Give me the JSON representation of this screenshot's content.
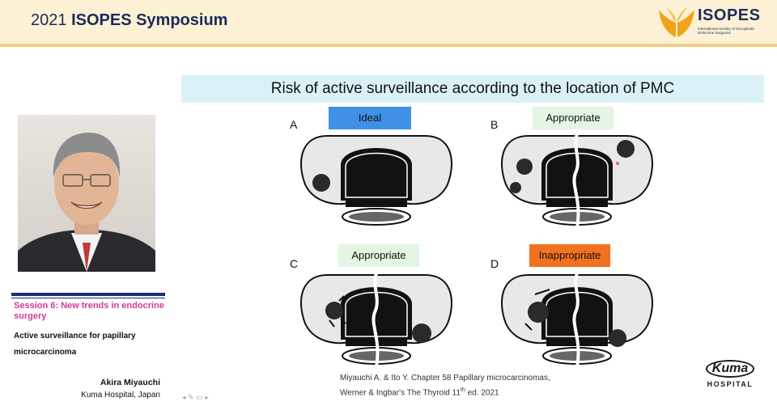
{
  "header": {
    "title_prefix": "2021 ",
    "title_bold": "ISOPES Symposium"
  },
  "logo": {
    "name": "ISOPES",
    "subtitle": "International Society of Oncoplastic Endocrine Surgeons"
  },
  "slide": {
    "title": "Risk of active surveillance according to the location of PMC",
    "panels": [
      {
        "letter": "A",
        "label": "Ideal"
      },
      {
        "letter": "B",
        "label": "Appropriate"
      },
      {
        "letter": "C",
        "label": "Appropriate"
      },
      {
        "letter": "D",
        "label": "Inappropriate"
      }
    ],
    "citation_line1": "Miyauchi A. & Ito Y.  Chapter 58 Papillary microcarcinomas,",
    "citation_line2_pre": "Werner & Ingbar's The Thyroid 11",
    "citation_sup": "th",
    "citation_line2_post": " ed. 2021"
  },
  "sidebar": {
    "session": "Session 6: New trends in endocrine surgery",
    "talk": "Active surveillance for papillary microcarcinoma",
    "speaker": "Akira Miyauchi",
    "affiliation": "Kuma Hospital, Japan"
  },
  "hospital_logo": {
    "word": "Kuma",
    "sub": "HOSPITAL"
  },
  "colors": {
    "ideal": "#3f91e6",
    "appropriate": "#e3f5e3",
    "inappropriate": "#f2711e",
    "title_band": "#dbf1f8"
  }
}
